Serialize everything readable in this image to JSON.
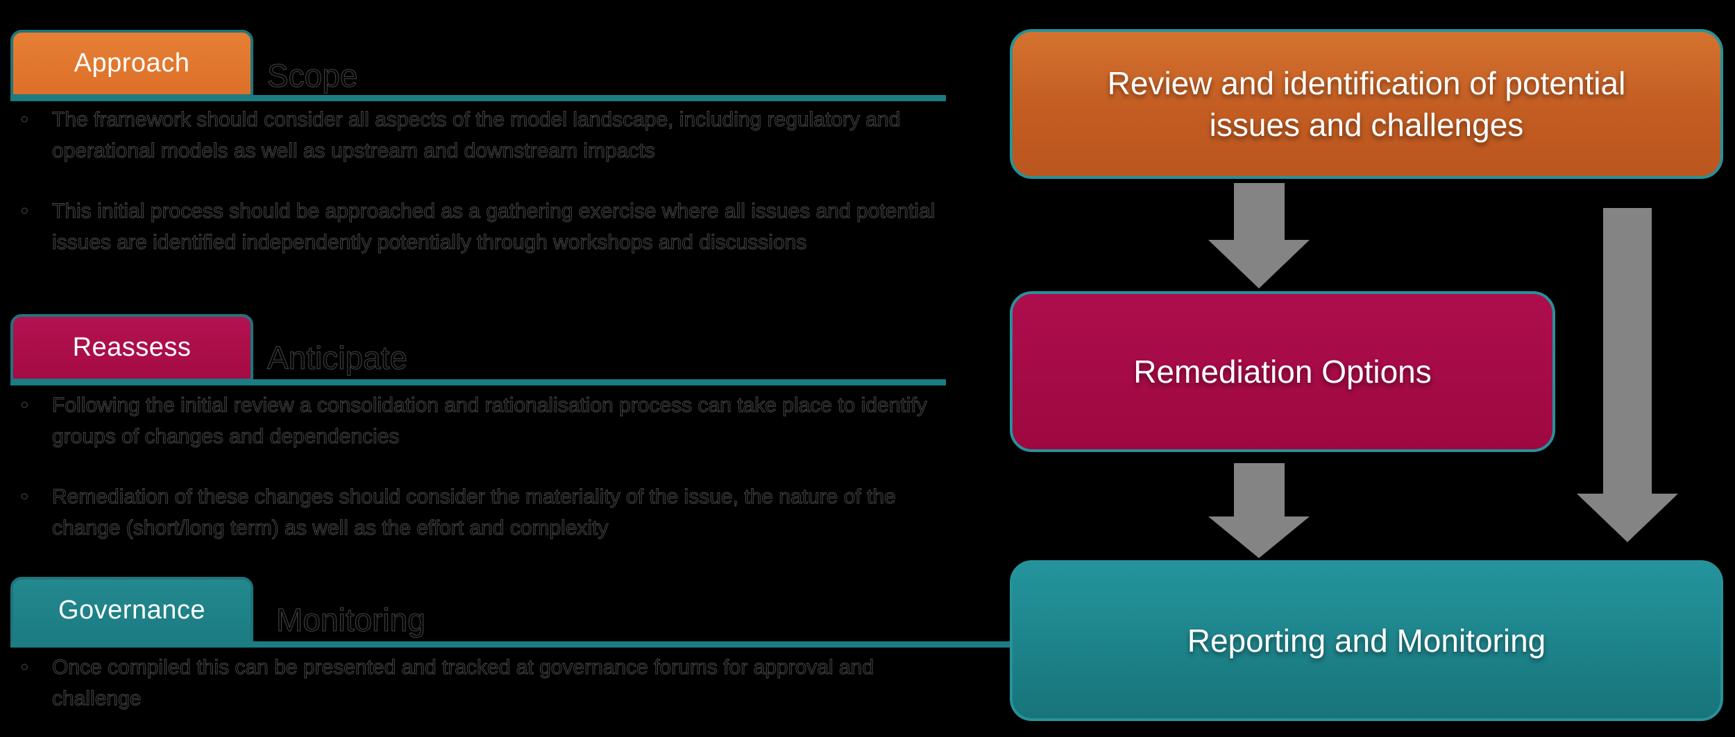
{
  "background": "#000000",
  "palette": {
    "orange": "#C95F24",
    "magenta": "#A50B45",
    "teal": "#1B7C82",
    "arrow_gray": "#848484",
    "box_border_teal": "#27929A",
    "text_white": "#FFFFFF",
    "faint_text": "#050505"
  },
  "sections": [
    {
      "label": "Approach",
      "heading": "Scope",
      "bullets": [
        "The framework should consider all aspects of the model landscape, including regulatory and operational models as well as upstream and downstream impacts",
        "This initial process should be approached as a gathering exercise where all issues and potential issues are identified independently potentially through workshops and discussions"
      ]
    },
    {
      "label": "Reassess",
      "heading": "Anticipate",
      "bullets": [
        "Following the initial review a consolidation and rationalisation process can take place to identify groups of changes and dependencies",
        "Remediation of these changes should consider the materiality of the issue, the nature of the change (short/long term) as well as the effort and complexity"
      ]
    },
    {
      "label": "Governance",
      "heading": "Monitoring",
      "bullets": [
        "Once compiled this can be presented and tracked at governance forums for approval and challenge"
      ]
    }
  ],
  "flow": {
    "review": "Review and identification of potential issues and challenges",
    "remediation": "Remediation Options",
    "reporting": "Reporting and Monitoring"
  }
}
